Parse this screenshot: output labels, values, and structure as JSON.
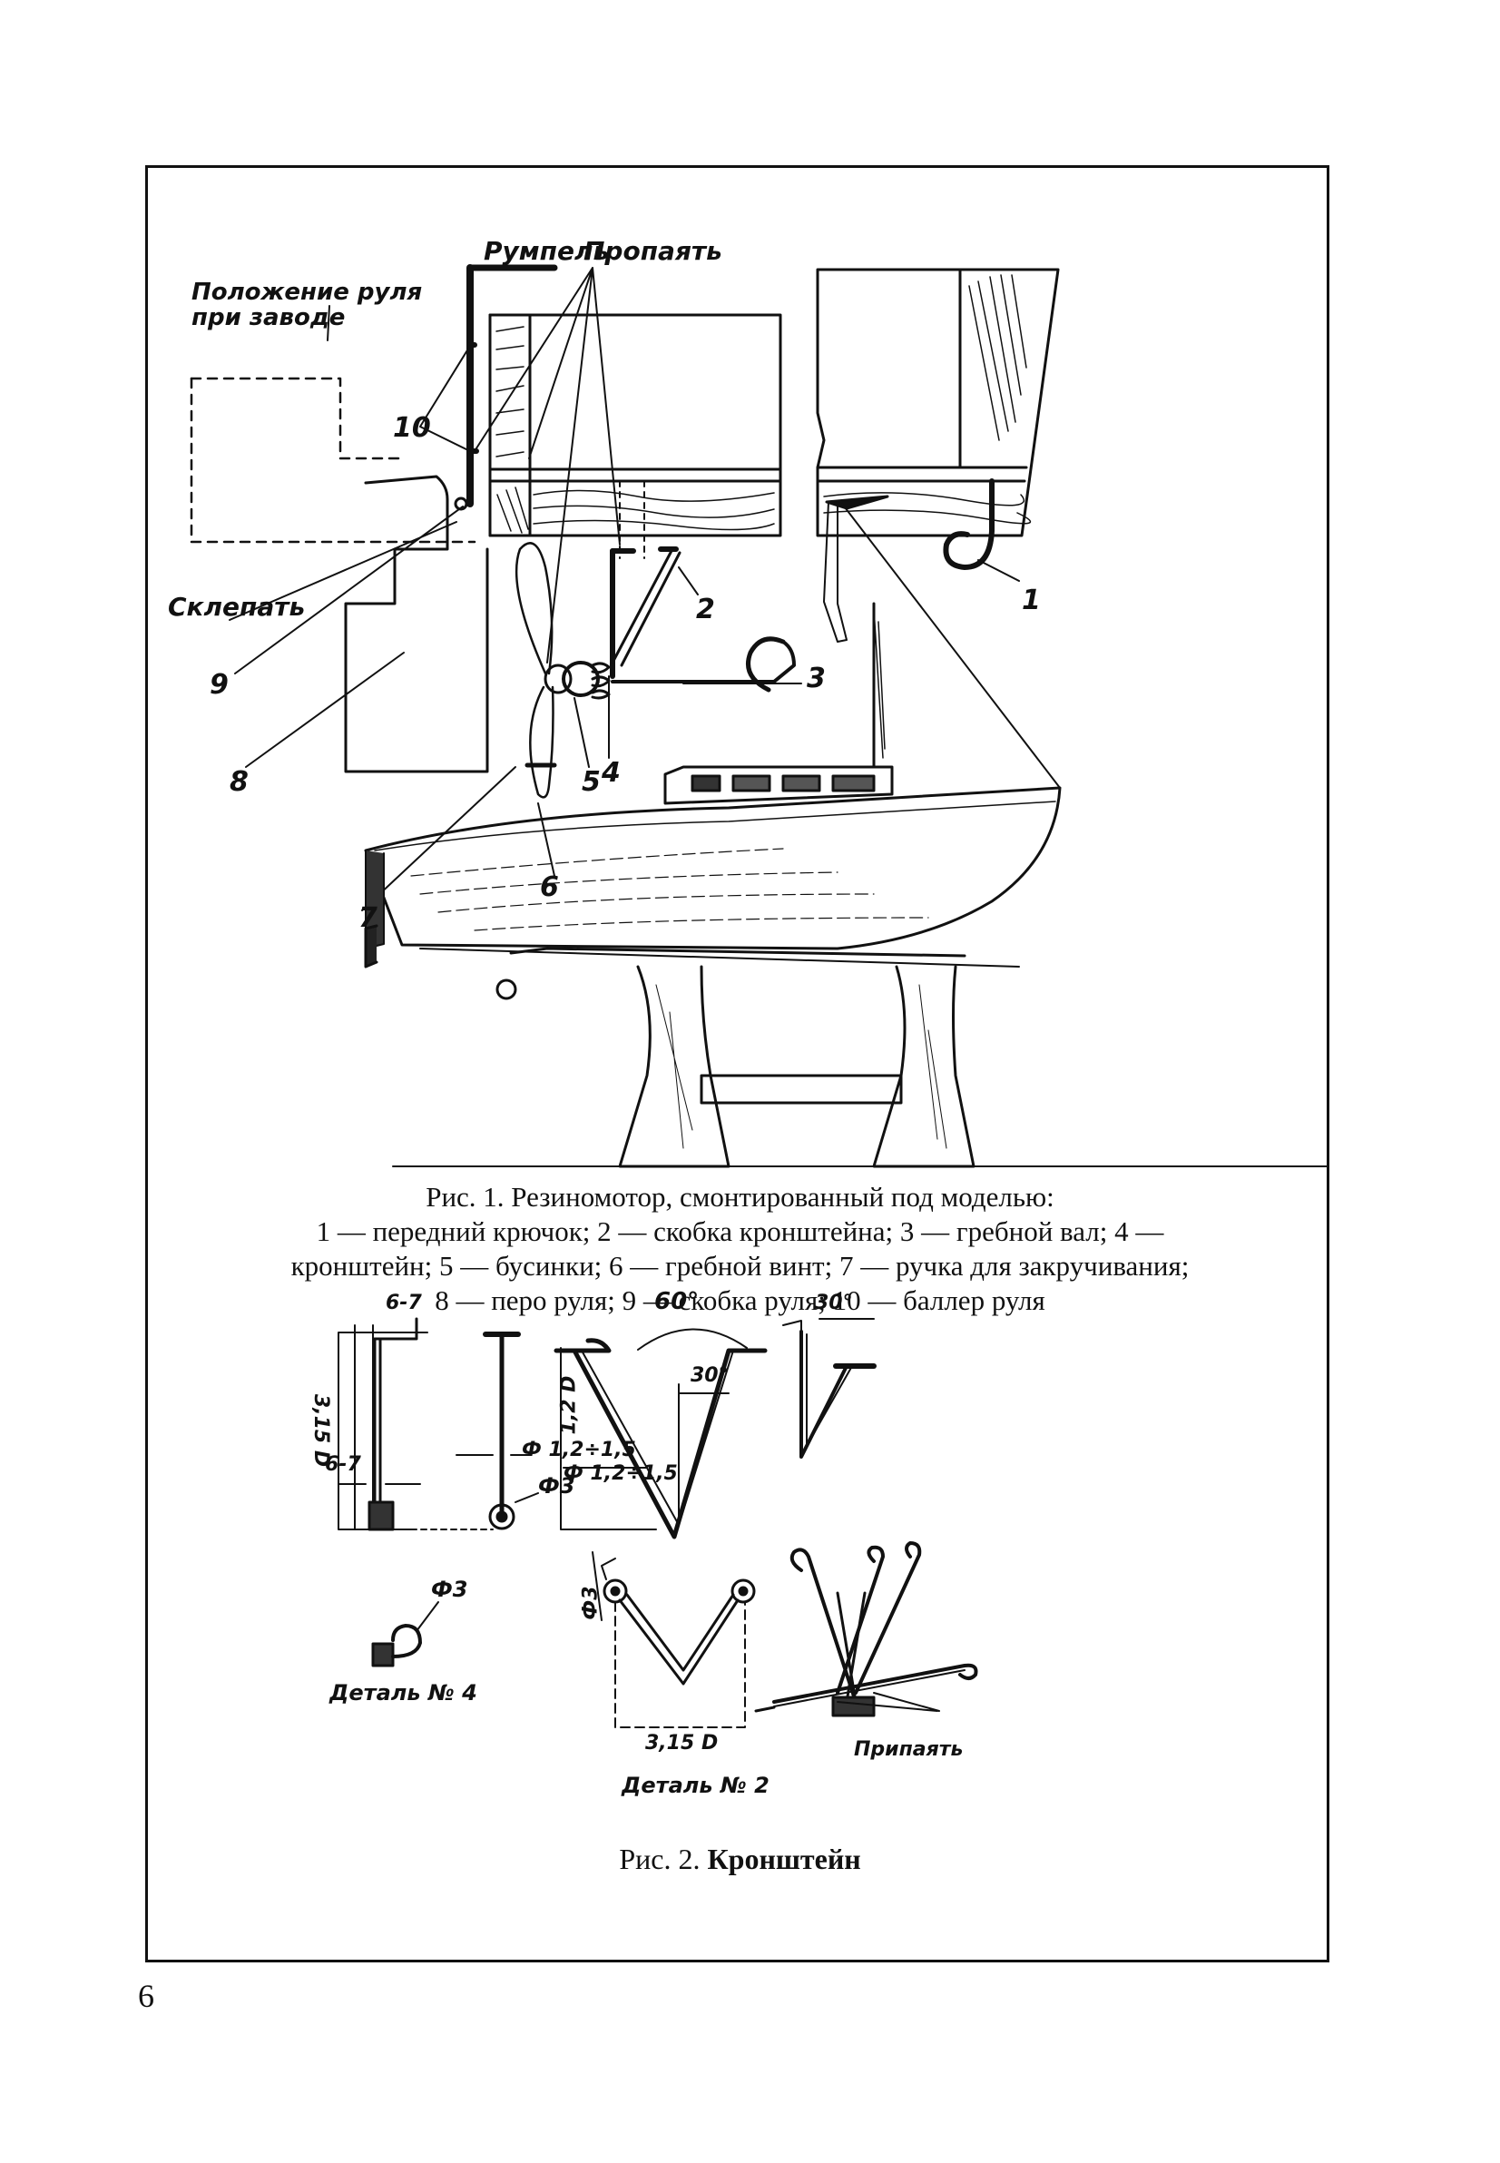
{
  "figure1": {
    "labels": {
      "rumpel": "Румпель",
      "propayat": "Пропаять",
      "polozhenie_line1": "Положение руля",
      "polozhenie_line2": "при заводе",
      "sklepat": "Склепать",
      "n1": "1",
      "n2": "2",
      "n3": "3",
      "n4": "4",
      "n5": "5",
      "n6": "6",
      "n7": "7",
      "n8": "8",
      "n9": "9",
      "n10": "10"
    },
    "caption": {
      "title": "Рис. 1. Резиномотор, смонтированный под моделью:",
      "line2": "1 — передний крючок; 2 — скобка кронштейна; 3 — гребной вал; 4 —",
      "line3": "кронштейн; 5 — бусинки; 6 — гребной винт; 7 — ручка для закручивания;",
      "line4": "8 — перо руля; 9 — скобка руля; 10 — баллер руля"
    }
  },
  "figure2": {
    "labels": {
      "dim_6_7_top": "6-7",
      "dim_6_7_side": "6-7",
      "dim_315D": "3,15 D",
      "dia_12_15": "Ф 1,2÷1,5",
      "dia_3": "Ф3",
      "dia_3_detail": "Ф3",
      "detail4": "Деталь № 4",
      "angle60": "60°",
      "angle30a": "30°",
      "angle30b": "30°",
      "dim_12D": "1,2 D",
      "dia_12_15_b": "Ф 1,2÷1,5",
      "dia_3_b": "Ф3",
      "dim_315D_b": "3,15 D",
      "detail2": "Деталь № 2",
      "pripayat": "Припаять"
    },
    "caption": {
      "prefix": "Рис. 2.",
      "title": "Кронштейн"
    }
  },
  "page": {
    "number": "6"
  }
}
